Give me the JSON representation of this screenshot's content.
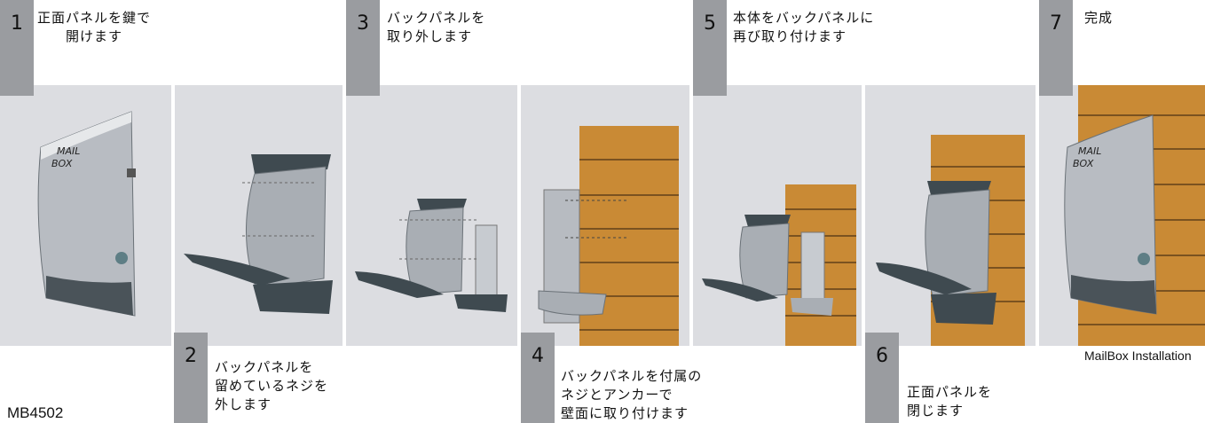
{
  "model": "MB4502",
  "footer_label": "MailBox Installation",
  "steps": [
    {
      "number": "1",
      "caption": "正面パネルを鍵で\n開けます"
    },
    {
      "number": "2",
      "caption": "バックパネルを\n留めているネジを\n外します"
    },
    {
      "number": "3",
      "caption": "バックパネルを\n取り外します"
    },
    {
      "number": "4",
      "caption": "バックパネルを付属の\nネジとアンカーで\n壁面に取り付けます"
    },
    {
      "number": "5",
      "caption": "本体をバックパネルに\n再び取り付けます"
    },
    {
      "number": "6",
      "caption": "正面パネルを\n閉じます"
    },
    {
      "number": "7",
      "caption": "完成"
    }
  ],
  "mailbox_label": [
    "MAIL",
    "BOX"
  ],
  "colors": {
    "panel_bg": "#dcdde1",
    "tab": "#9a9ca0",
    "wall": "#c98a35",
    "metal": "#b8bcc2",
    "dark": "#3f4a50"
  }
}
